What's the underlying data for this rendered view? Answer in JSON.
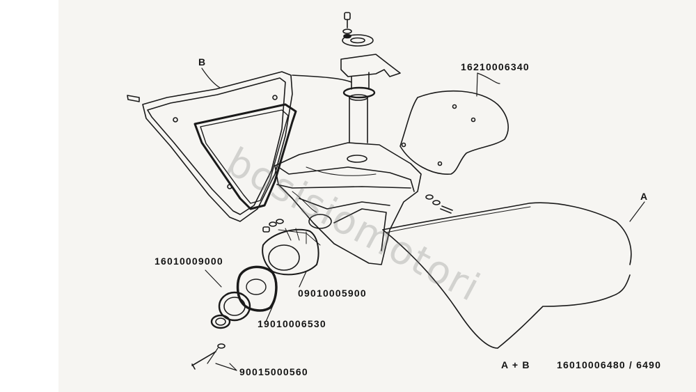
{
  "labels": {
    "b": "B",
    "a": "A",
    "cover": "16210006340",
    "ring": "16010009000",
    "filter": "09010005900",
    "boot": "19010006530",
    "bolt": "90015000560",
    "kit": "A + B",
    "kit_code": "16010006480 / 6490"
  },
  "watermark": "bosisiomotori"
}
